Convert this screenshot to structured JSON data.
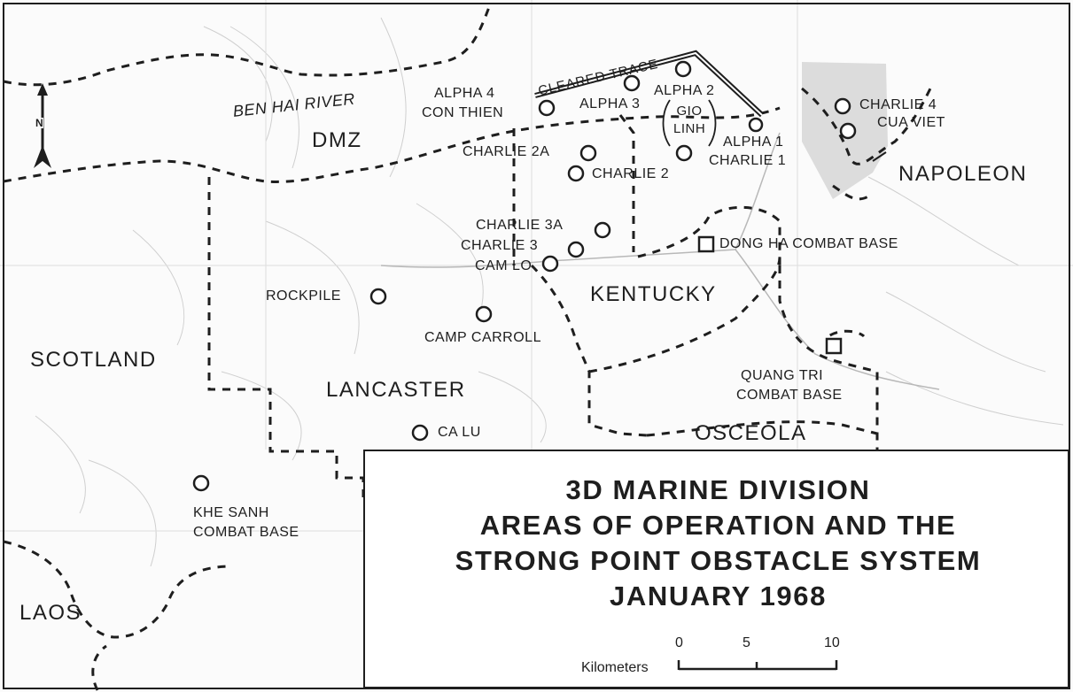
{
  "title": {
    "line1": "3D MARINE DIVISION",
    "line2": "AREAS OF OPERATION AND THE",
    "line3": "STRONG POINT OBSTACLE SYSTEM",
    "line4": "JANUARY 1968"
  },
  "scale": {
    "unit_label": "Kilometers",
    "ticks": [
      "0",
      "5",
      "10"
    ]
  },
  "north_label": "N",
  "areas": {
    "dmz": "DMZ",
    "scotland": "SCOTLAND",
    "lancaster": "LANCASTER",
    "kentucky": "KENTUCKY",
    "osceola": "OSCEOLA",
    "napoleon": "NAPOLEON",
    "laos": "LAOS"
  },
  "features": {
    "river": "BEN HAI RIVER",
    "cleared_trace": "CLEARED TRACE"
  },
  "sites": {
    "alpha4": "ALPHA 4",
    "con_thien": "CON THIEN",
    "alpha3": "ALPHA 3",
    "alpha2": "ALPHA 2",
    "gio": "GIO",
    "linh": "LINH",
    "alpha1": "ALPHA 1",
    "charlie1": "CHARLIE 1",
    "charlie4": "CHARLIE 4",
    "cua_viet": "CUA VIET",
    "charlie2a": "CHARLIE 2A",
    "charlie2": "CHARLIE 2",
    "charlie3a": "CHARLIE 3A",
    "charlie3": "CHARLIE 3",
    "cam_lo": "CAM LO",
    "dong_ha": "DONG HA COMBAT BASE",
    "rockpile": "ROCKPILE",
    "camp_carroll": "CAMP CARROLL",
    "quang_tri_1": "QUANG TRI",
    "quang_tri_2": "COMBAT BASE",
    "ca_lu": "CA LU",
    "khe_sanh_1": "KHE SANH",
    "khe_sanh_2": "COMBAT BASE"
  },
  "colors": {
    "ink": "#1e1e1e",
    "paper": "#fbfbfb",
    "terrain": "#c9c9c9",
    "shaded": "#dcdcdc"
  }
}
